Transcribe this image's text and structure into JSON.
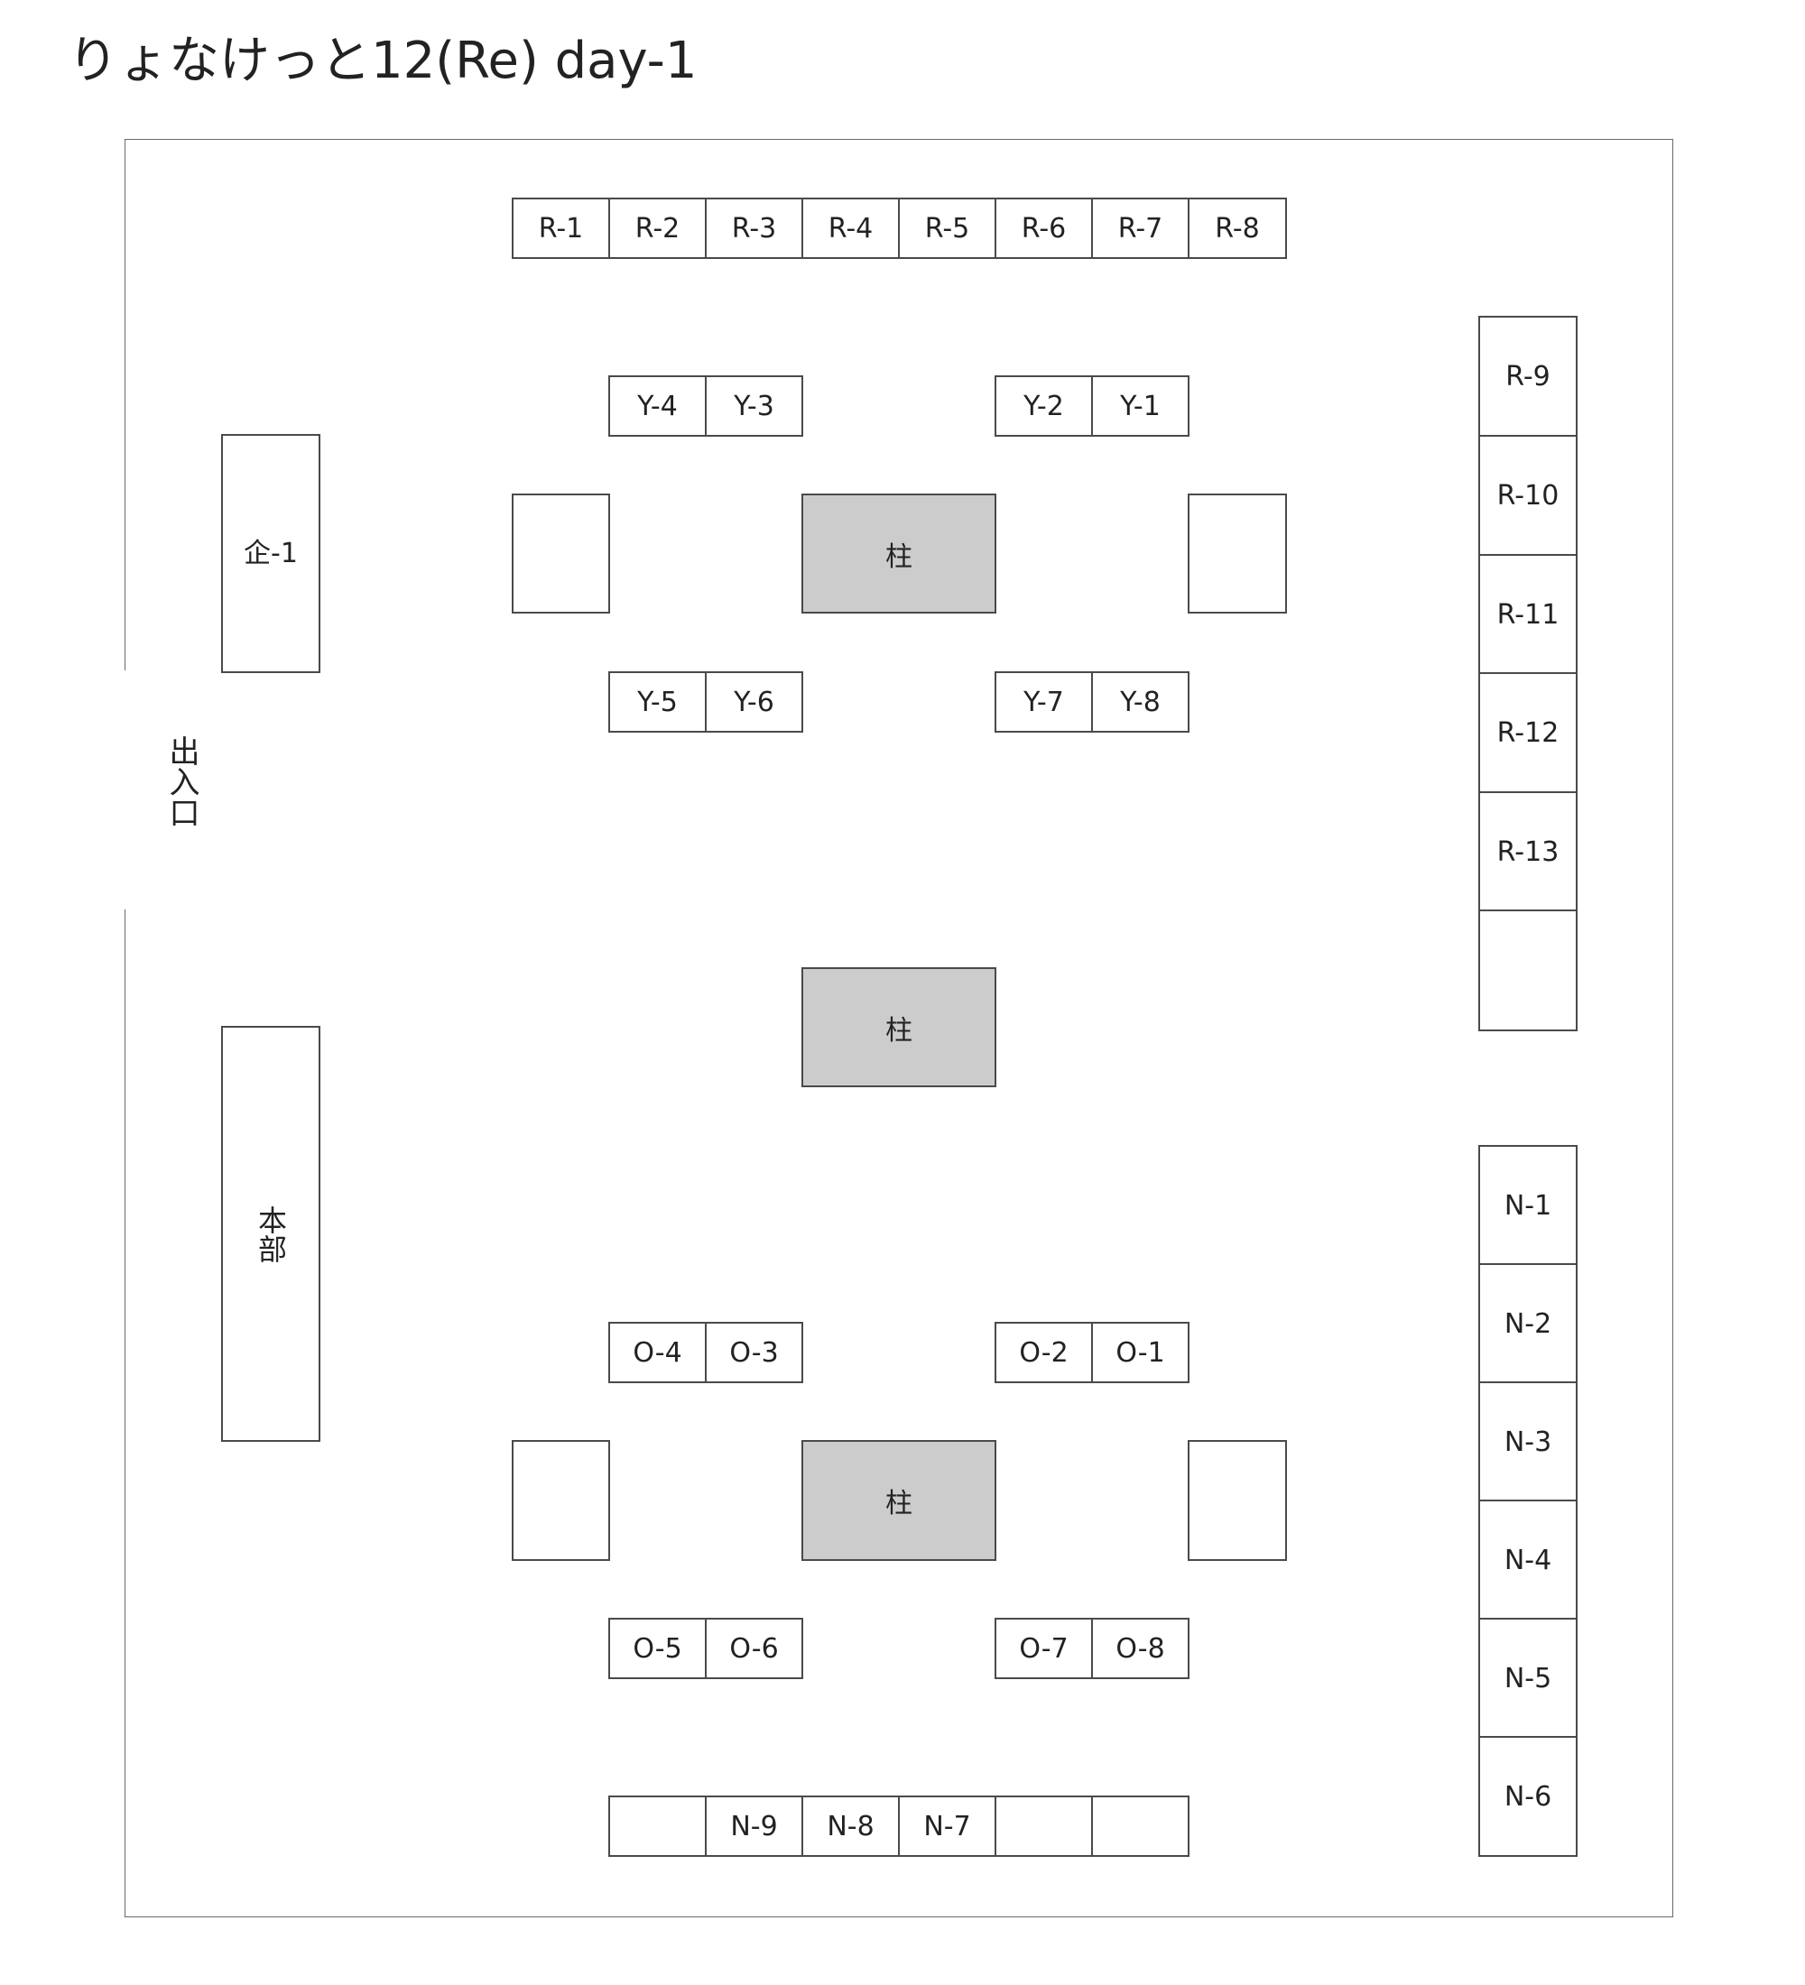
{
  "title": "りょなけっと12(Re) day-1",
  "entrance": "出入口",
  "colors": {
    "pillar_fill": "#cccccc",
    "border": "#4a4a4a",
    "background": "#ffffff"
  },
  "labels": {
    "R-1": "R-1",
    "R-2": "R-2",
    "R-3": "R-3",
    "R-4": "R-4",
    "R-5": "R-5",
    "R-6": "R-6",
    "R-7": "R-7",
    "R-8": "R-8",
    "R-9": "R-9",
    "R-10": "R-10",
    "R-11": "R-11",
    "R-12": "R-12",
    "R-13": "R-13",
    "Y-1": "Y-1",
    "Y-2": "Y-2",
    "Y-3": "Y-3",
    "Y-4": "Y-4",
    "Y-5": "Y-5",
    "Y-6": "Y-6",
    "Y-7": "Y-7",
    "Y-8": "Y-8",
    "O-1": "O-1",
    "O-2": "O-2",
    "O-3": "O-3",
    "O-4": "O-4",
    "O-5": "O-5",
    "O-6": "O-6",
    "O-7": "O-7",
    "O-8": "O-8",
    "N-1": "N-1",
    "N-2": "N-2",
    "N-3": "N-3",
    "N-4": "N-4",
    "N-5": "N-5",
    "N-6": "N-6",
    "N-7": "N-7",
    "N-8": "N-8",
    "N-9": "N-9",
    "kikaku": "企-1",
    "honbu": "本部",
    "pillar": "柱"
  }
}
